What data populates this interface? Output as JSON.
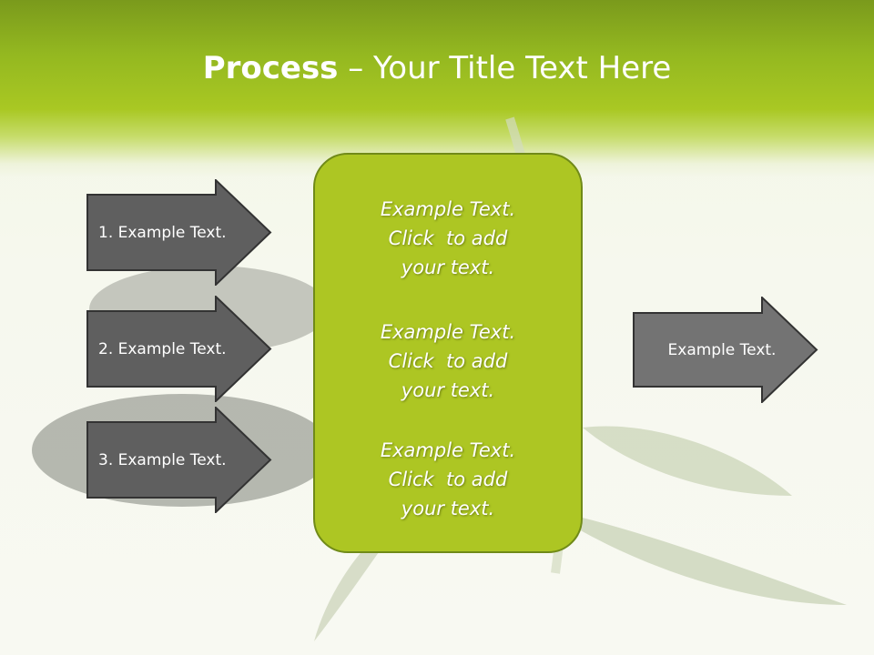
{
  "slide": {
    "title_bold": "Process",
    "title_rest": " – Your Title Text Here",
    "left_arrows": [
      {
        "label": "1. Example Text."
      },
      {
        "label": "2. Example Text."
      },
      {
        "label": "3. Example Text."
      }
    ],
    "center_box": {
      "blocks": [
        {
          "lines": [
            "Example Text.",
            "Click  to add",
            "your text."
          ]
        },
        {
          "lines": [
            "Example Text.",
            "Click  to add",
            "your text."
          ]
        },
        {
          "lines": [
            "Example Text.",
            "Click  to add",
            "your text."
          ]
        }
      ]
    },
    "right_arrow": {
      "label": "Example Text."
    },
    "colors": {
      "header_green": "#94b820",
      "box_green": "#adc623",
      "arrow_dark": "#5f5f5f",
      "arrow_light": "#737373"
    }
  }
}
